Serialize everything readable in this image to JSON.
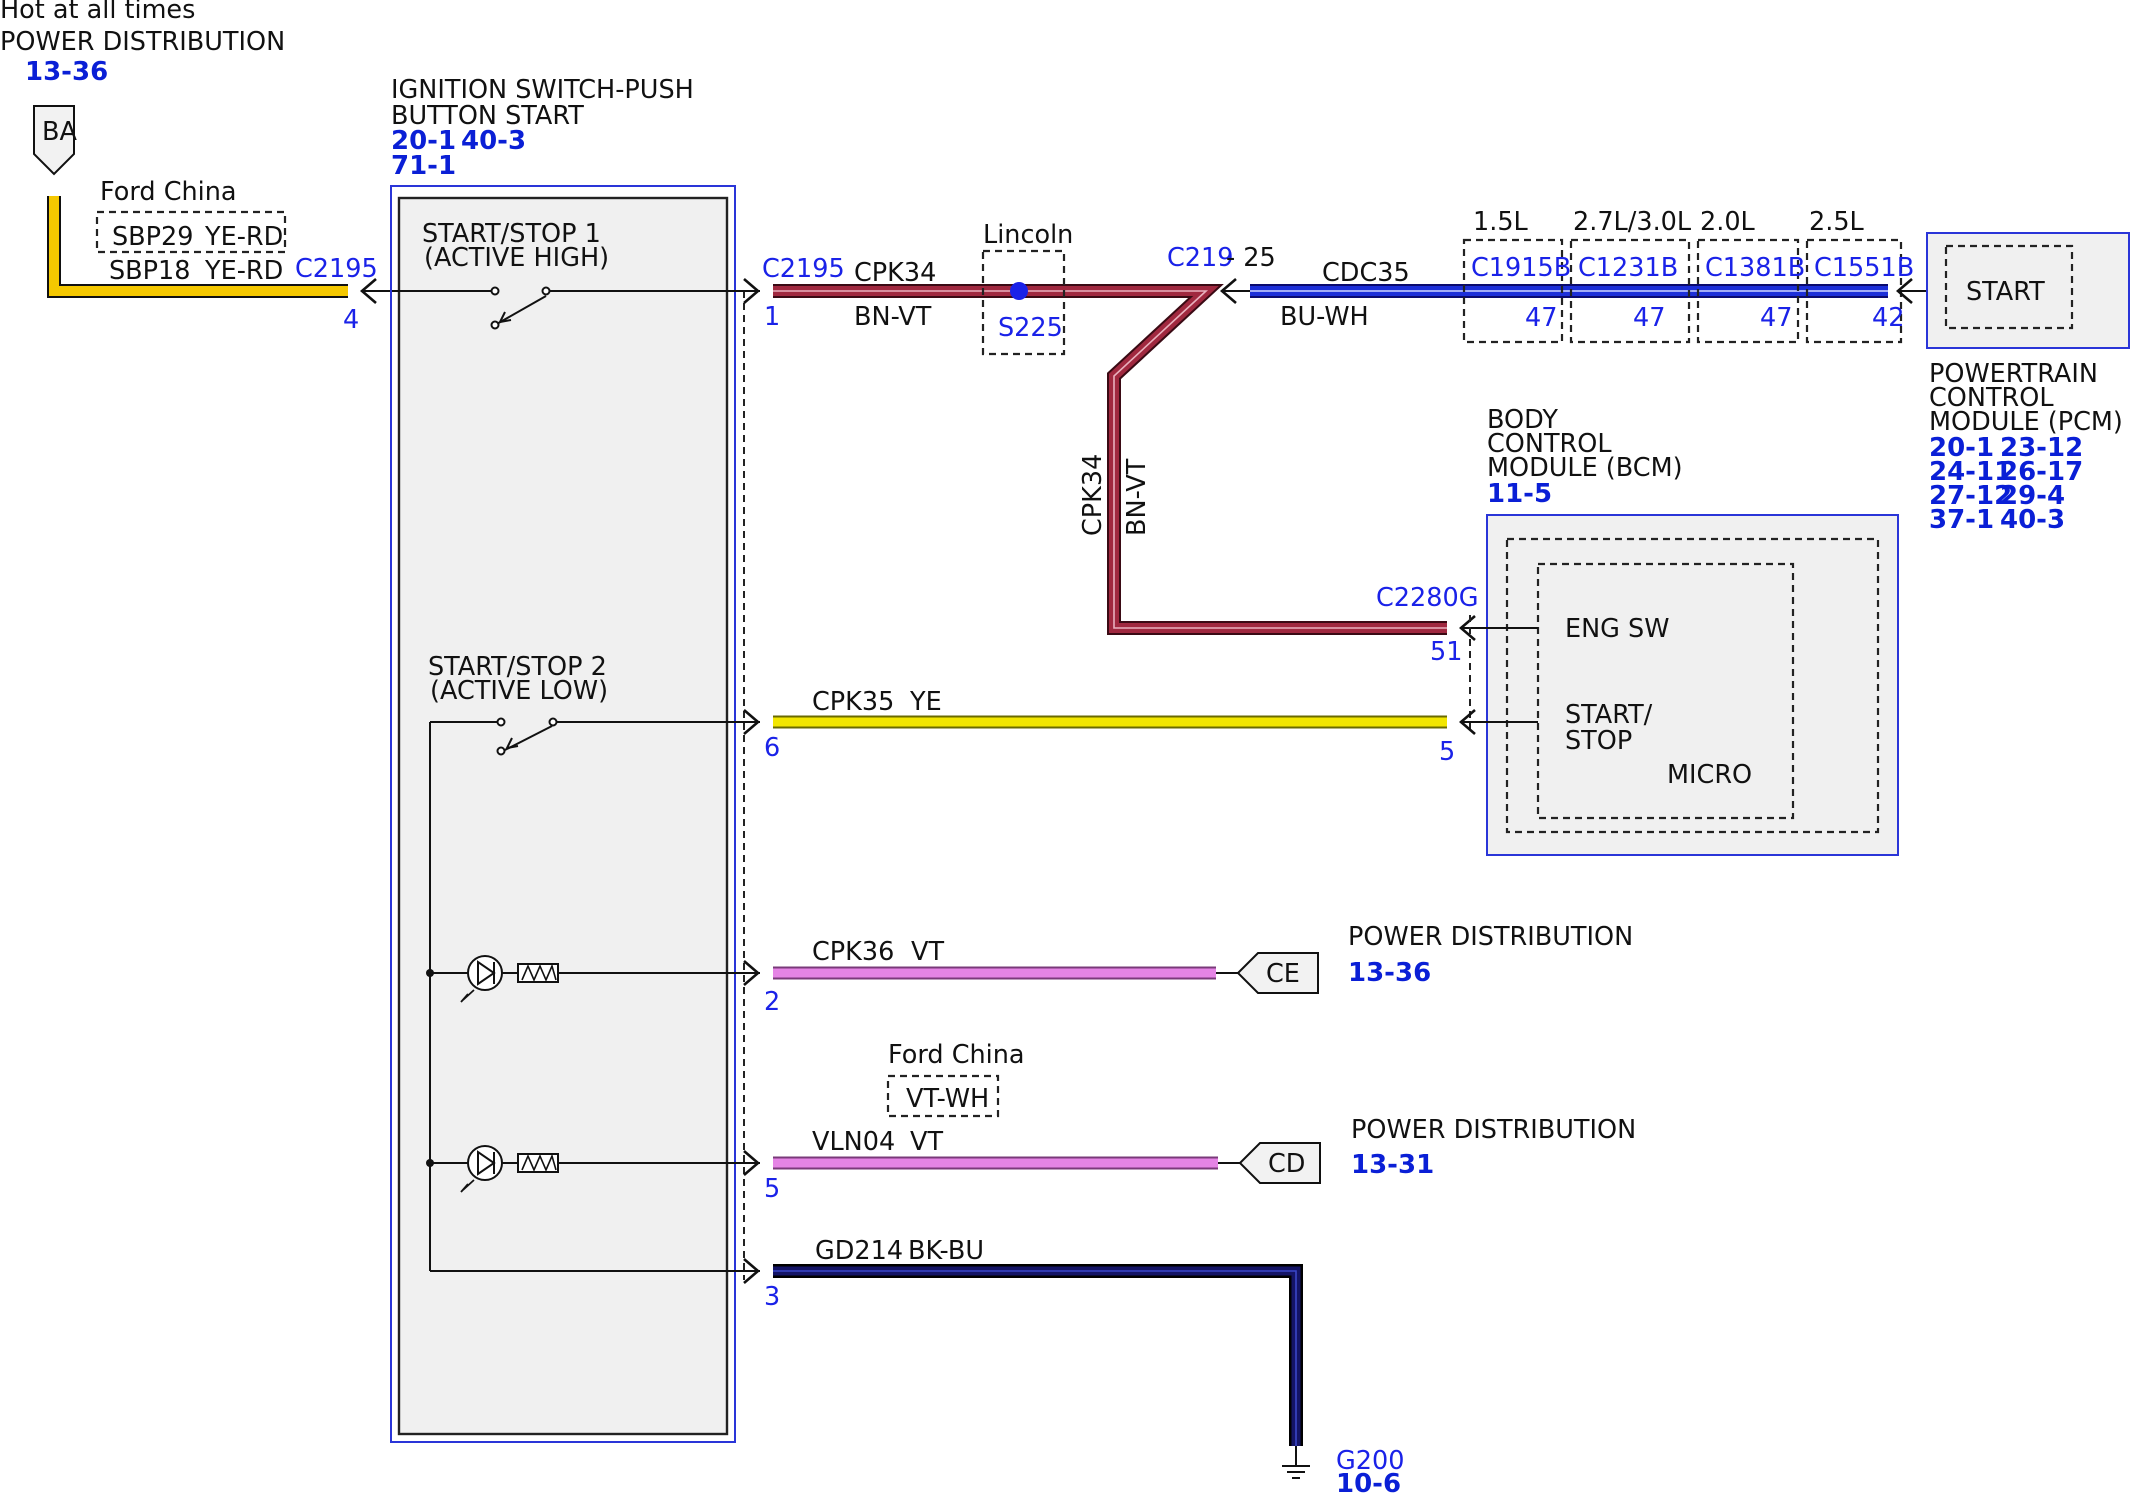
{
  "top_left": {
    "hot_text": "Hot at all times",
    "power_dist_label": "POWER DISTRIBUTION",
    "power_dist_ref": "13-36",
    "ba_connector": "BA",
    "ford_china": "Ford China",
    "sbp29": "SBP29",
    "sbp29_color": "YE-RD",
    "sbp18": "SBP18",
    "sbp18_color": "YE-RD",
    "c2195_left": "C2195",
    "pin_4": "4"
  },
  "ignition": {
    "title1": "IGNITION SWITCH-PUSH",
    "title2": "BUTTON START",
    "ref1": "20-1",
    "ref2": "40-3",
    "ref3": "71-1",
    "ss1_line1": "START/STOP 1",
    "ss1_line2": "(ACTIVE HIGH)",
    "ss2_line1": "START/STOP 2",
    "ss2_line2": "(ACTIVE LOW)"
  },
  "wires": {
    "c2195_right": "C2195",
    "pin_1": "1",
    "cpk34": "CPK34",
    "bn_vt": "BN-VT",
    "lincoln": "Lincoln",
    "s225": "S225",
    "c219": "C219",
    "c219_pin": "- 25",
    "cdc35": "CDC35",
    "bu_wh": "BU-WH",
    "cpk34_vert": "CPK34",
    "bn_vt_vert": "BN-VT",
    "c2280g": "C2280G",
    "pin_51": "51",
    "cpk35": "CPK35",
    "ye": "YE",
    "pin_6": "6",
    "pin_5_bcm": "5",
    "cpk36": "CPK36",
    "vt_1": "VT",
    "pin_2": "2",
    "ford_china_2": "Ford China",
    "vt_wh": "VT-WH",
    "vln04": "VLN04",
    "vt_2": "VT",
    "pin_5_lower": "5",
    "gd214": "GD214",
    "bk_bu": "BK-BU",
    "pin_3": "3",
    "g200": "G200",
    "g200_ref": "10-6"
  },
  "pcm_connectors": {
    "eng_15": "1.5L",
    "eng_27": "2.7L/3.0L",
    "eng_20": "2.0L",
    "eng_25": "2.5L",
    "c1915b": "C1915B",
    "c1231b": "C1231B",
    "c1381b": "C1381B",
    "c1551b": "C1551B",
    "pin_47a": "47",
    "pin_47b": "47",
    "pin_47c": "47",
    "pin_42": "42"
  },
  "pcm": {
    "start": "START",
    "title1": "POWERTRAIN",
    "title2": "CONTROL",
    "title3": "MODULE (PCM)",
    "ref1": "20-1",
    "ref2": "23-12",
    "ref3": "24-11",
    "ref4": "26-17",
    "ref5": "27-12",
    "ref6": "29-4",
    "ref7": "37-1",
    "ref8": "40-3"
  },
  "bcm": {
    "title1": "BODY",
    "title2": "CONTROL",
    "title3": "MODULE (BCM)",
    "ref": "11-5",
    "eng_sw": "ENG SW",
    "start_stop_1": "START/",
    "start_stop_2": "STOP",
    "micro": "MICRO"
  },
  "power_dist_ce": {
    "label": "POWER DISTRIBUTION",
    "ref": "13-36",
    "connector": "CE"
  },
  "power_dist_cd": {
    "label": "POWER DISTRIBUTION",
    "ref": "13-31",
    "connector": "CD"
  },
  "colors": {
    "ye_rd_wire": "#f0c419",
    "bn_vt_wire": "#9b2340",
    "bu_wh_wire": "#1c2fd8",
    "ye_wire": "#f2e600",
    "vt_wire": "#e07ee0",
    "bk_bu_wire": "#0c0c4a",
    "ref_blue": "#0a1fd6"
  }
}
